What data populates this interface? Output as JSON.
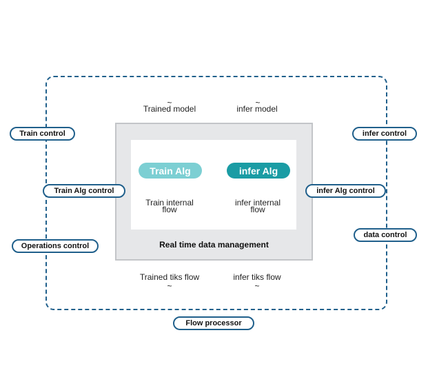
{
  "labels": {
    "trained_model": "Trained model",
    "infer_model": "infer model",
    "trained_tiks_flow": "Trained tiks flow",
    "infer_tiks_flow": "infer tiks flow",
    "tilde": "~"
  },
  "algorithms": {
    "train": "Train Alg",
    "infer": "infer Alg"
  },
  "internal_flows": {
    "train_line1": "Train internal",
    "train_line2": "flow",
    "infer_line1": "infer internal",
    "infer_line2": "flow"
  },
  "center_caption": "Real time data management",
  "controls": {
    "train_control": "Train control",
    "train_alg_control": "Train Alg control",
    "operations_control": "Operations control",
    "infer_control": "infer control",
    "infer_alg_control": "infer Alg control",
    "data_control": "data control",
    "flow_processor": "Flow processor"
  },
  "colors": {
    "frame_blue": "#1f5f8b",
    "train_alg": "#7ccfd3",
    "infer_alg": "#1a9ca4",
    "grey_box": "#e6e7e9"
  }
}
